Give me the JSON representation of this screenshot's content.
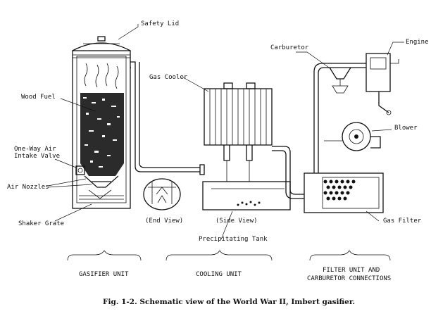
{
  "labels": {
    "safety_lid": "Safety Lid",
    "wood_fuel": "Wood Fuel",
    "intake_valve_line1": "One-Way Air",
    "intake_valve_line2": "Intake Valve",
    "air_nozzles": "Air Nozzles",
    "shaker_grate": "Shaker Grate",
    "gas_cooler": "Gas Cooler",
    "end_view": "(End View)",
    "side_view": "(Side View)",
    "precipitating_tank": "Precipitating Tank",
    "carburetor": "Carburetor",
    "engine": "Engine",
    "blower": "Blower",
    "gas_filter": "Gas Filter"
  },
  "sections": {
    "gasifier_unit": "GASIFIER UNIT",
    "cooling_unit": "COOLING UNIT",
    "filter_line1": "FILTER UNIT AND",
    "filter_line2": "CARBURETOR CONNECTIONS"
  },
  "caption": "Fig. 1-2. Schematic view of the World War II, Imbert gasifier."
}
